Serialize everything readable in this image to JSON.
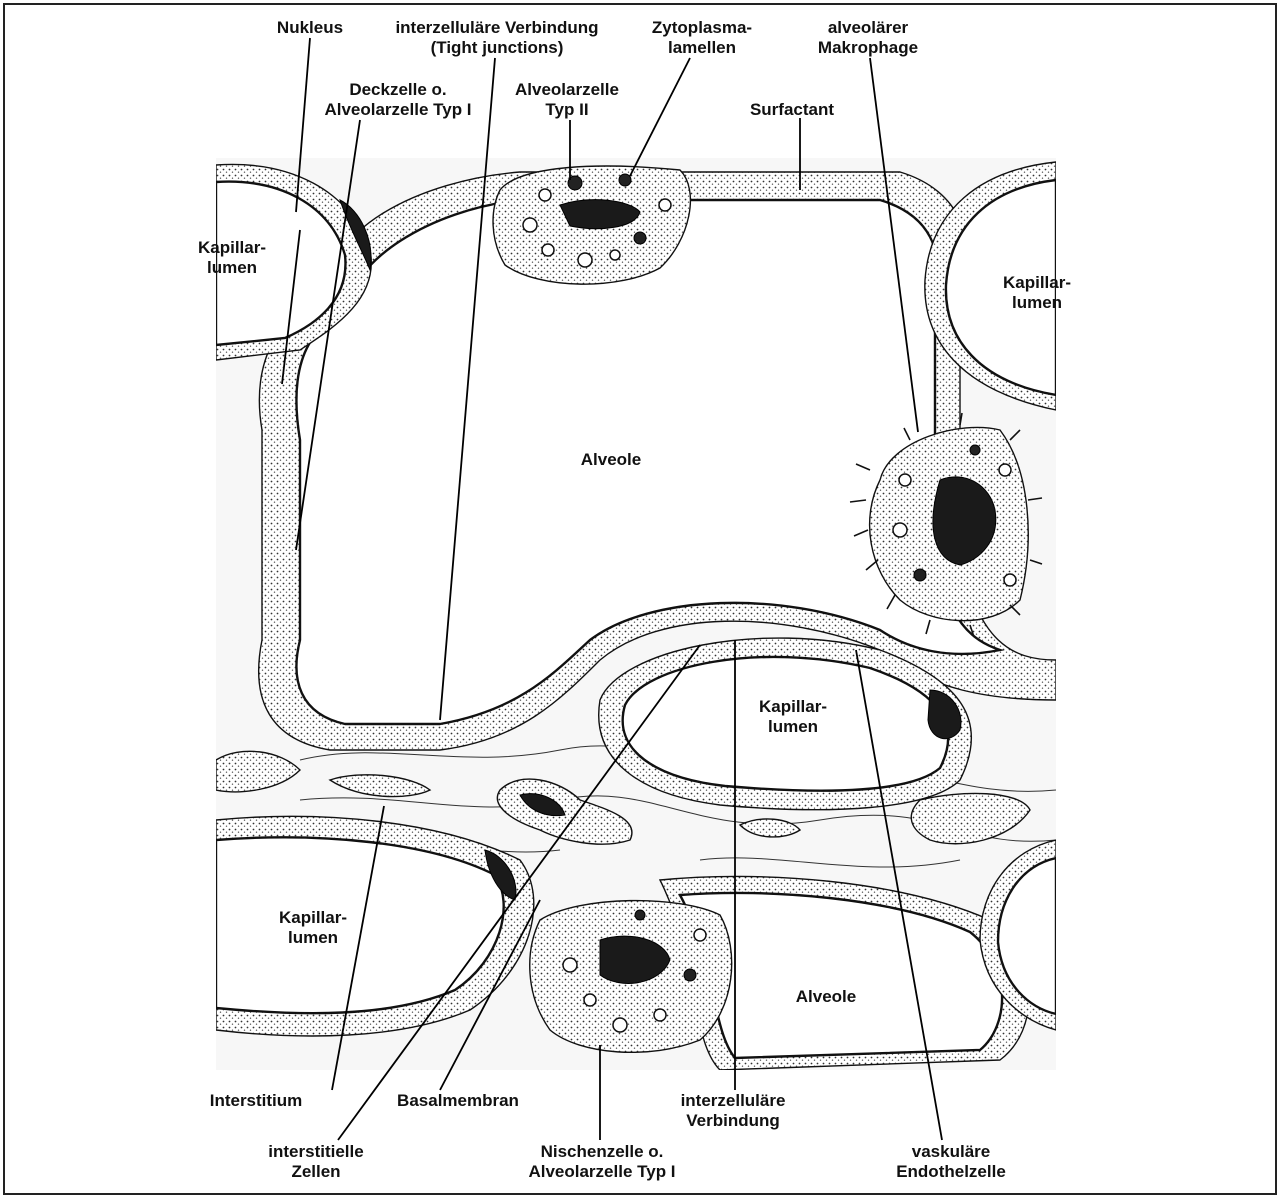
{
  "labels": {
    "nukleus": "Nukleus",
    "tight_1": "interzelluläre Verbindung",
    "tight_2": "(Tight junctions)",
    "zyto_1": "Zytoplasma-",
    "zyto_2": "lamellen",
    "makro_1": "alveolärer",
    "makro_2": "Makrophage",
    "deck_1": "Deckzelle o.",
    "deck_2": "Alveolarzelle Typ I",
    "typ2_1": "Alveolarzelle",
    "typ2_2": "Typ II",
    "surfactant": "Surfactant",
    "kap_left_1": "Kapillar-",
    "kap_left_2": "lumen",
    "kap_right_1": "Kapillar-",
    "kap_right_2": "lumen",
    "alveole_main": "Alveole",
    "kap_center_1": "Kapillar-",
    "kap_center_2": "lumen",
    "kap_lower_1": "Kapillar-",
    "kap_lower_2": "lumen",
    "alveole_lower": "Alveole",
    "interstitium": "Interstitium",
    "basalmembran": "Basalmembran",
    "interz_1": "interzelluläre",
    "interz_2": "Verbindung",
    "interst_zellen_1": "interstitielle",
    "interst_zellen_2": "Zellen",
    "nischen_1": "Nischenzelle o.",
    "nischen_2": "Alveolarzelle Typ I",
    "vask_1": "vaskuläre",
    "vask_2": "Endothelzelle"
  }
}
